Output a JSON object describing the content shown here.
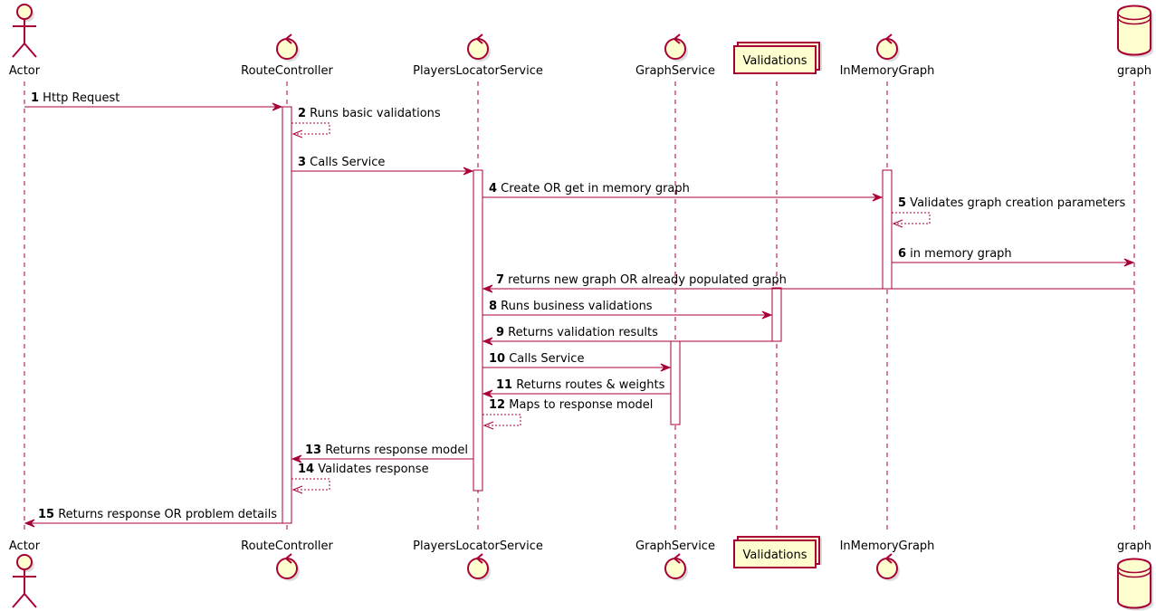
{
  "diagram": {
    "type": "sequence",
    "participants": [
      {
        "id": "actor",
        "name": "Actor",
        "shape": "actor"
      },
      {
        "id": "route",
        "name": "RouteController",
        "shape": "control"
      },
      {
        "id": "players",
        "name": "PlayersLocatorService",
        "shape": "control"
      },
      {
        "id": "graphsvc",
        "name": "GraphService",
        "shape": "control"
      },
      {
        "id": "validations",
        "name": "Validations",
        "shape": "collections"
      },
      {
        "id": "inmem",
        "name": "InMemoryGraph",
        "shape": "control"
      },
      {
        "id": "graphdb",
        "name": "graph",
        "shape": "database"
      }
    ],
    "messages": [
      {
        "num": "1",
        "text": "Http Request",
        "from": "actor",
        "to": "route",
        "style": "solid"
      },
      {
        "num": "2",
        "text": "Runs basic validations",
        "from": "route",
        "to": "route",
        "style": "dashed"
      },
      {
        "num": "3",
        "text": "Calls Service",
        "from": "route",
        "to": "players",
        "style": "solid"
      },
      {
        "num": "4",
        "text": "Create OR get in memory graph",
        "from": "players",
        "to": "inmem",
        "style": "solid"
      },
      {
        "num": "5",
        "text": "Validates graph creation parameters",
        "from": "inmem",
        "to": "inmem",
        "style": "dashed"
      },
      {
        "num": "6",
        "text": "in memory graph",
        "from": "inmem",
        "to": "graphdb",
        "style": "solid"
      },
      {
        "num": "7",
        "text": "returns new graph OR already populated graph",
        "from": "graphdb",
        "to": "players",
        "style": "solid"
      },
      {
        "num": "8",
        "text": "Runs business validations",
        "from": "players",
        "to": "validations",
        "style": "solid"
      },
      {
        "num": "9",
        "text": "Returns validation results",
        "from": "validations",
        "to": "players",
        "style": "solid"
      },
      {
        "num": "10",
        "text": "Calls Service",
        "from": "players",
        "to": "graphsvc",
        "style": "solid"
      },
      {
        "num": "11",
        "text": "Returns routes & weights",
        "from": "graphsvc",
        "to": "players",
        "style": "solid"
      },
      {
        "num": "12",
        "text": "Maps to response model",
        "from": "players",
        "to": "players",
        "style": "dashed"
      },
      {
        "num": "13",
        "text": "Returns response model",
        "from": "players",
        "to": "route",
        "style": "solid"
      },
      {
        "num": "14",
        "text": "Validates response",
        "from": "route",
        "to": "route",
        "style": "dashed"
      },
      {
        "num": "15",
        "text": "Returns response OR problem details",
        "from": "route",
        "to": "actor",
        "style": "solid"
      }
    ],
    "colors": {
      "line": "#A80036",
      "participant_fill": "#FEFECE",
      "activation_fill": "#FFFFFF",
      "background": "#FFFFFF"
    }
  }
}
